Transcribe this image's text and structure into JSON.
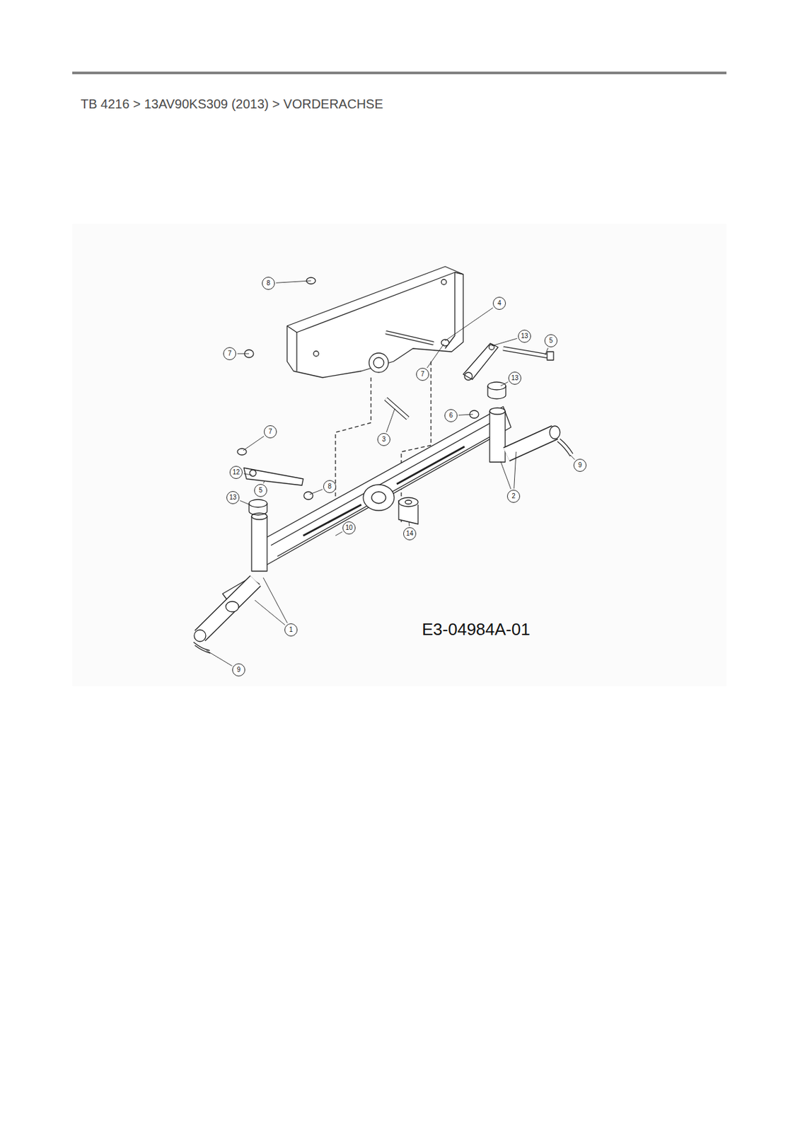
{
  "diagram": {
    "title": "TB 4216  >  13AV90KS309 (2013)  >  VORDERACHSE",
    "labels": [
      "8",
      "7",
      "4",
      "13",
      "5",
      "7",
      "13",
      "6",
      "3",
      "7",
      "12",
      "8",
      "5",
      "13",
      "10",
      "14",
      "2",
      "9",
      "1",
      "9",
      "E3-04984A-01"
    ]
  }
}
